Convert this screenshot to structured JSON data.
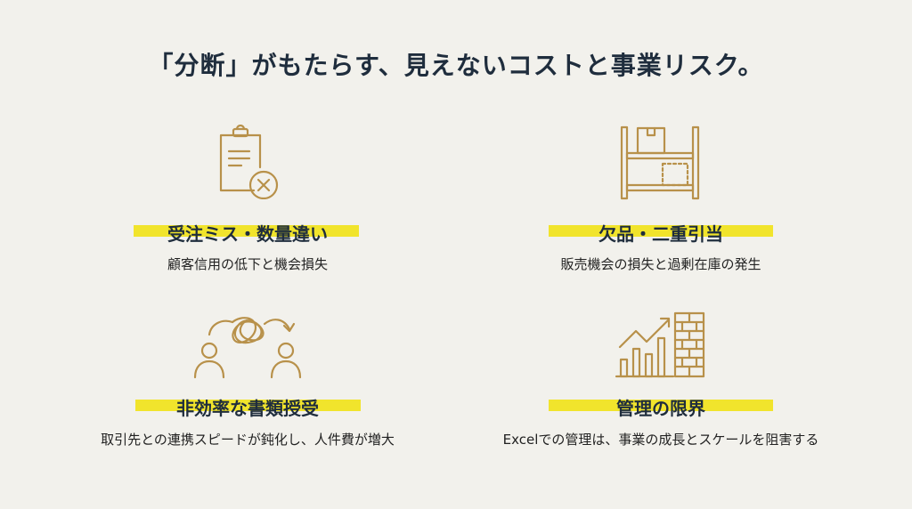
{
  "title": "「分断」がもたらす、見えないコストと事業リスク。",
  "colors": {
    "accent": "#b8914a",
    "highlight": "#f1e42c",
    "text": "#1f2d3d",
    "background": "#f2f1ec"
  },
  "items": [
    {
      "icon": "clipboard-error-icon",
      "heading": "受注ミス・数量違い",
      "description": "顧客信用の低下と機会損失"
    },
    {
      "icon": "empty-shelf-icon",
      "heading": "欠品・二重引当",
      "description": "販売機会の損失と過剰在庫の発生"
    },
    {
      "icon": "tangled-communication-icon",
      "heading": "非効率な書類授受",
      "description": "取引先との連携スピードが鈍化し、人件費が増大"
    },
    {
      "icon": "growth-blocked-wall-icon",
      "heading": "管理の限界",
      "description": "Excelでの管理は、事業の成長とスケールを阻害する"
    }
  ]
}
